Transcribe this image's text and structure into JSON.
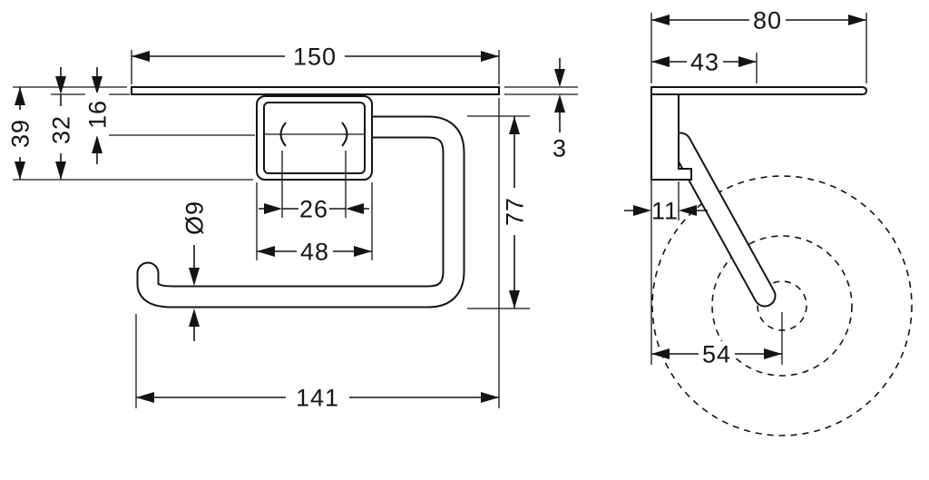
{
  "front_view": {
    "shelf_width": "150",
    "height_total": "39",
    "height_body": "32",
    "height_to_bar": "16",
    "inner_width": "26",
    "bracket_width": "48",
    "bar_diameter": "Ø9",
    "drop_height": "77",
    "overall_width": "141",
    "shelf_thickness": "3"
  },
  "side_view": {
    "depth_total": "80",
    "shelf_depth": "43",
    "plate_depth": "11",
    "roll_center_offset": "54"
  },
  "colors": {
    "line": "#141414",
    "background": "#ffffff"
  }
}
